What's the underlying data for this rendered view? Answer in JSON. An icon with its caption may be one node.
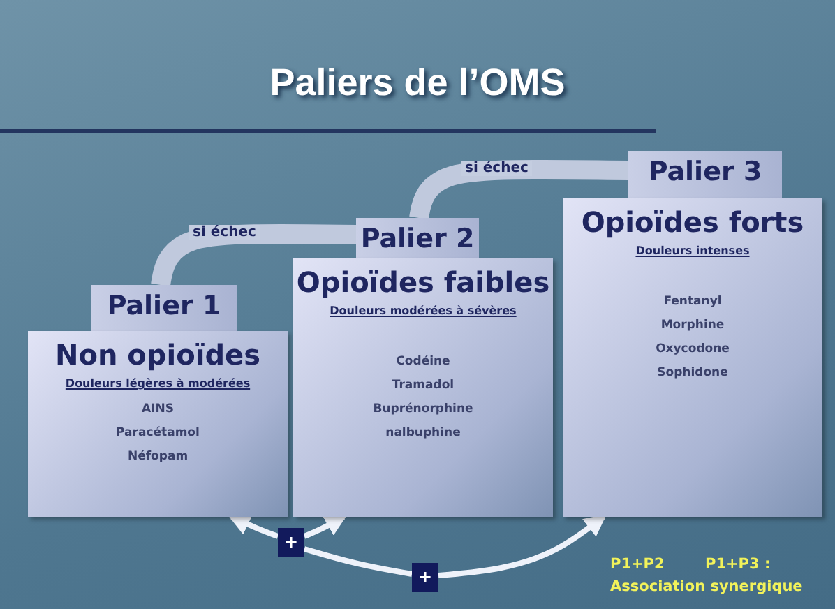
{
  "diagram": {
    "title": "Paliers de l’OMS",
    "nodes": [
      {
        "text": [
          "Palier 1",
          "Non opioïdes",
          "Douleurs légères à modérées",
          "AINS",
          "Paracétamol",
          "Néfopam"
        ]
      },
      {
        "text": [
          "Palier 2",
          "Opioïdes faibles",
          "Douleurs modérées à sévères",
          "Codéine",
          "Tramadol",
          "Buprénorphine",
          "nalbuphine"
        ]
      },
      {
        "text": [
          "Palier 3",
          "Opioïdes forts",
          "Douleurs intenses",
          "Fentanyl",
          "Morphine",
          "Oxycodone",
          "Sophidone"
        ]
      },
      {
        "text": [
          "+"
        ]
      },
      {
        "text": [
          "+"
        ]
      }
    ],
    "edges": [
      {
        "from": 0,
        "to": 1,
        "arrow": "none",
        "label": "si échec",
        "style": "thick"
      },
      {
        "from": 1,
        "to": 2,
        "arrow": "none",
        "label": "si échec",
        "style": "thick"
      },
      {
        "from": 3,
        "to": 0,
        "arrow": "to"
      },
      {
        "from": 3,
        "to": 1,
        "arrow": "to"
      },
      {
        "from": 3,
        "to": 4,
        "arrow": "none"
      },
      {
        "from": 4,
        "to": 2,
        "arrow": "to"
      }
    ],
    "labels": [
      "P1+P2",
      "P1+P3 :",
      "Association synergique"
    ]
  }
}
